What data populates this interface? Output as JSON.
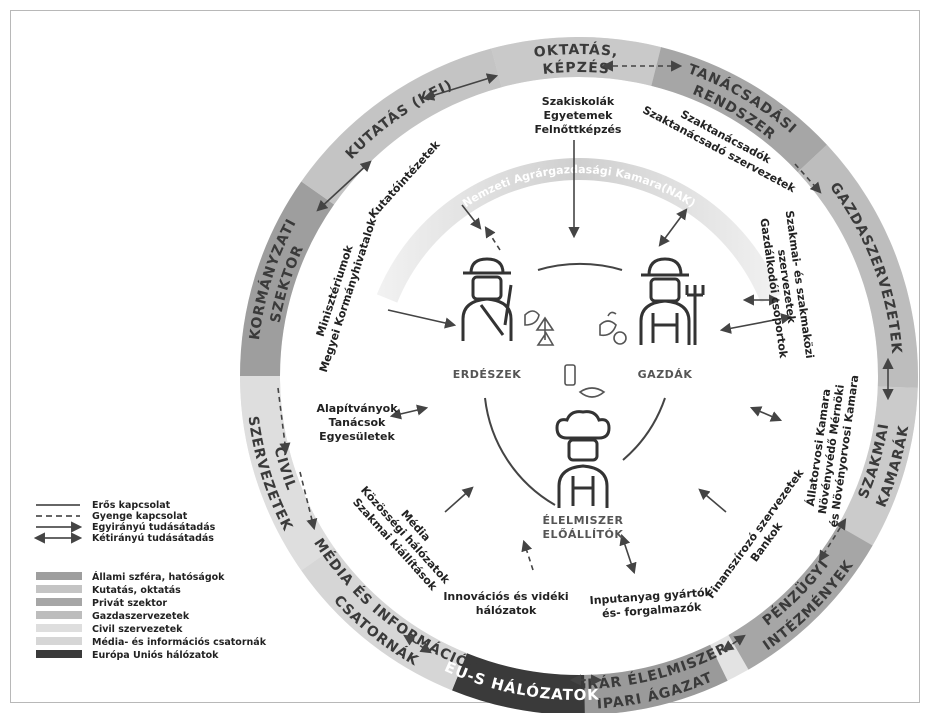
{
  "ring_segments": [
    {
      "id": "oktatas",
      "lines": [
        "OKTATÁS,",
        "KÉPZÉS"
      ],
      "color": "#c9c9c9"
    },
    {
      "id": "tanacsadasi",
      "lines": [
        "TANÁCSADÁSI",
        "RENDSZER"
      ],
      "color": "#a6a6a6"
    },
    {
      "id": "gazdaszervezetek",
      "lines": [
        "GAZDASZERVEZETEK"
      ],
      "color": "#bdbdbd"
    },
    {
      "id": "szakmai",
      "lines": [
        "SZAKMAI",
        "KAMARÁK"
      ],
      "color": "#cbcbcb"
    },
    {
      "id": "penzugyi",
      "lines": [
        "PÉNZÜGYI",
        "INTÉZMÉNYEK"
      ],
      "color": "#a6a6a6"
    },
    {
      "id": "agrar",
      "lines": [
        "AGRÁR ÉLELMISZER-",
        "IPARI ÁGAZAT"
      ],
      "color": "#9a9a9a"
    },
    {
      "id": "eu",
      "lines": [
        "EU-S HÁLÓZATOK"
      ],
      "color": "#3a3a3a"
    },
    {
      "id": "media",
      "lines": [
        "MÉDIA ÉS INFORMÁCIÓS",
        "CSATORNÁK"
      ],
      "color": "#d6d6d6"
    },
    {
      "id": "civil",
      "lines": [
        "CIVIL",
        "SZERVEZETEK"
      ],
      "color": "#dedede"
    },
    {
      "id": "kormanyzati",
      "lines": [
        "KORMÁNYZATI",
        "SZEKTOR"
      ],
      "color": "#9e9e9e"
    },
    {
      "id": "kutatas",
      "lines": [
        "KUTATÁS (KFI)"
      ],
      "color": "#c4c4c4"
    }
  ],
  "inner_texts": {
    "oktatas": [
      "Szakiskolák",
      "Egyetemek",
      "Felnőttképzés"
    ],
    "tanacsadas": [
      "Szaktanácsadók",
      "Szaktanácsadó szervezetek"
    ],
    "kutatas": [
      "Kutatóintézetek"
    ],
    "kormanyzat": [
      "Minisztériumok",
      "Megyei Kormányhivatalok"
    ],
    "civil": [
      "Alapítványok",
      "Tanácsok",
      "Egyesületek"
    ],
    "media": [
      "Média",
      "Közösségi hálózatok",
      "Szakmai kiállítások"
    ],
    "innovacio": [
      "Innovációs és vidéki",
      "hálózatok"
    ],
    "inputanyag": [
      "Inputanyag gyártók",
      "és- forgalmazók"
    ],
    "penzugy": [
      "Finanszírozó szervezetek",
      "Bankok"
    ],
    "kamarak": [
      "Állatorvosi Kamara",
      "Növényvédő Mérnöki",
      "és Növényorvosi Kamara"
    ],
    "gazdasz": [
      "Szakmai- és szakmaközi",
      "szervezetek",
      "Gazdálkodói csoportok"
    ]
  },
  "nak_label": "Nemzeti Agrárgazdasági Kamara(NAK)",
  "actors": {
    "erdeszek": "ERDÉSZEK",
    "gazdak": "GAZDÁK",
    "elelmiszer": [
      "ÉLELMISZER",
      "ELŐÁLLÍTÓK"
    ]
  },
  "legend_lines": [
    {
      "label": "Erős kapcsolat",
      "style": "solid"
    },
    {
      "label": "Gyenge kapcsolat",
      "style": "dashed"
    },
    {
      "label": "Egyirányú tudásátadás",
      "style": "one-way"
    },
    {
      "label": "Kétirányú tudásátadás",
      "style": "two-way"
    }
  ],
  "legend_sectors": [
    {
      "label": "Állami szféra, hatóságok",
      "color": "#9e9e9e"
    },
    {
      "label": "Kutatás, oktatás",
      "color": "#c4c4c4"
    },
    {
      "label": "Privát szektor",
      "color": "#a6a6a6"
    },
    {
      "label": "Gazdaszervezetek",
      "color": "#bdbdbd"
    },
    {
      "label": "Civil szervezetek",
      "color": "#dedede"
    },
    {
      "label": "Média- és információs csatornák",
      "color": "#d6d6d6"
    },
    {
      "label": "Európa Uniós hálózatok",
      "color": "#3a3a3a"
    }
  ]
}
